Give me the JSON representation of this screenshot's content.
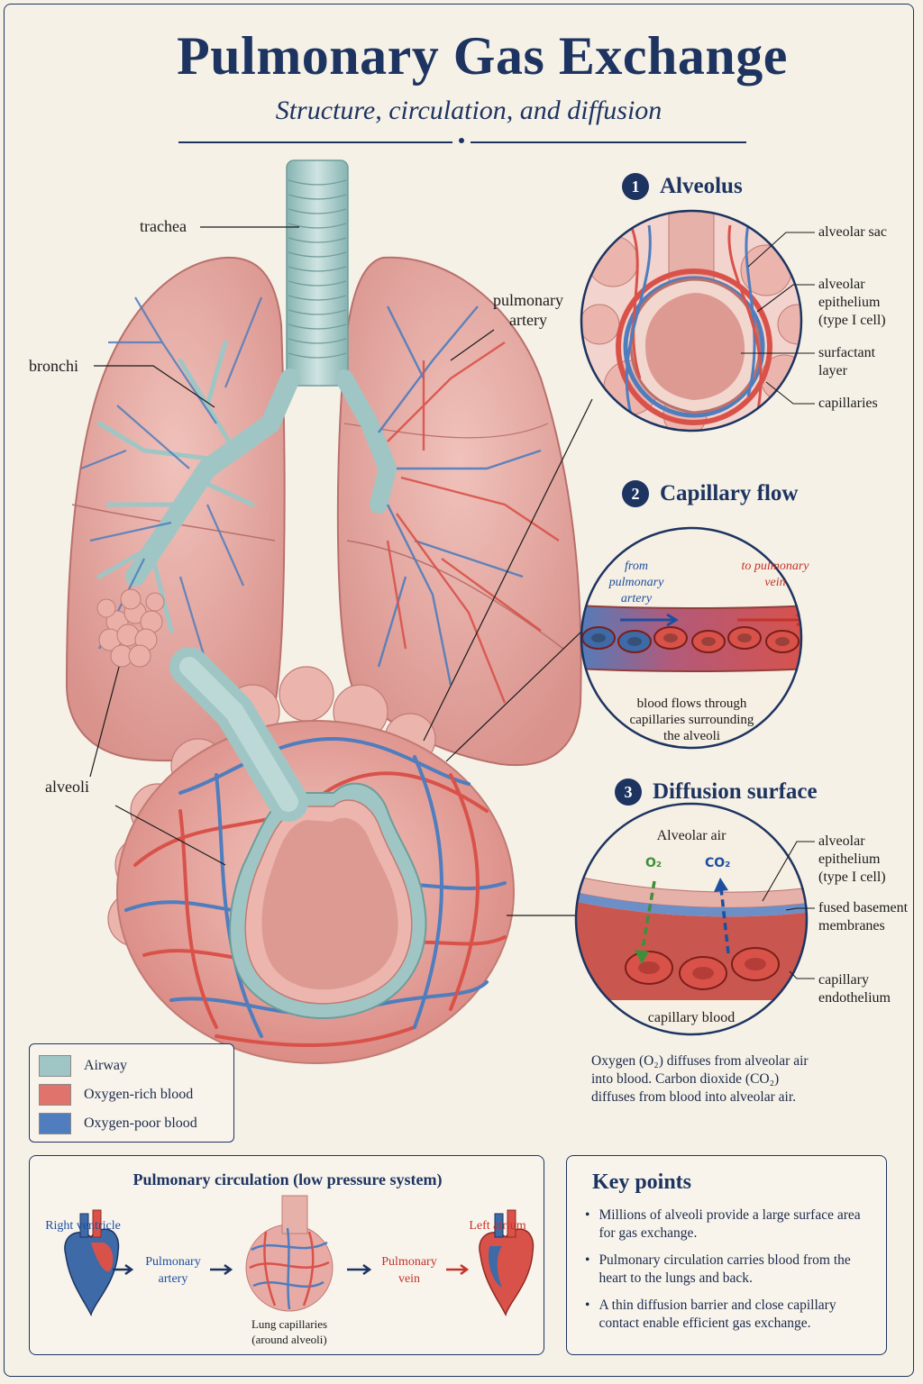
{
  "header": {
    "title": "Pulmonary Gas Exchange",
    "subtitle": "Structure, circulation, and diffusion"
  },
  "main_labels": {
    "trachea": "trachea",
    "bronchi": "bronchi",
    "pulmonary_artery": "pulmonary artery",
    "alveoli": "alveoli"
  },
  "sections": [
    {
      "number": "1",
      "title": "Alveolus",
      "labels": [
        "alveolar sac",
        "alveolar epithelium (type I cell)",
        "surfactant layer",
        "capillaries"
      ]
    },
    {
      "number": "2",
      "title": "Capillary flow",
      "from_label": "from pulmonary artery",
      "to_label": "to pulmonary vein",
      "caption": "blood flows through capillaries surrounding the alveoli"
    },
    {
      "number": "3",
      "title": "Diffusion surface",
      "top_label": "Alveolar air",
      "bottom_label": "capillary blood",
      "o2": "O₂",
      "co2": "CO₂",
      "labels": [
        "alveolar epithelium (type I cell)",
        "fused basement membranes",
        "capillary endothelium"
      ],
      "caption": "Oxygen (O₂) diffuses from alveolar air into blood. Carbon dioxide (CO₂) diffuses from blood into alveolar air."
    }
  ],
  "legend": [
    {
      "label": "Airway",
      "color": "#9fc6c4"
    },
    {
      "label": "Oxygen-rich blood",
      "color": "#e0736b"
    },
    {
      "label": "Oxygen-poor blood",
      "color": "#4f7dbd"
    }
  ],
  "circulation": {
    "title": "Pulmonary circulation (low pressure system)",
    "right_ventricle": "Right ventricle",
    "pulmonary_artery": "Pulmonary artery",
    "lung_capillaries": "Lung capillaries (around alveoli)",
    "pulmonary_vein": "Pulmonary vein",
    "left_atrium": "Left atrium"
  },
  "key_points": {
    "title": "Key points",
    "items": [
      "Millions of alveoli provide a large surface area for gas exchange.",
      "Pulmonary circulation carries blood from the heart to the lungs and back.",
      "A thin diffusion barrier and close capillary contact enable efficient gas exchange."
    ]
  },
  "colors": {
    "navy": "#1d3461",
    "airway": "#9fc6c4",
    "oxygen_rich": "#e0736b",
    "oxygen_poor": "#4f7dbd",
    "tissue": "#e8aaa4"
  }
}
